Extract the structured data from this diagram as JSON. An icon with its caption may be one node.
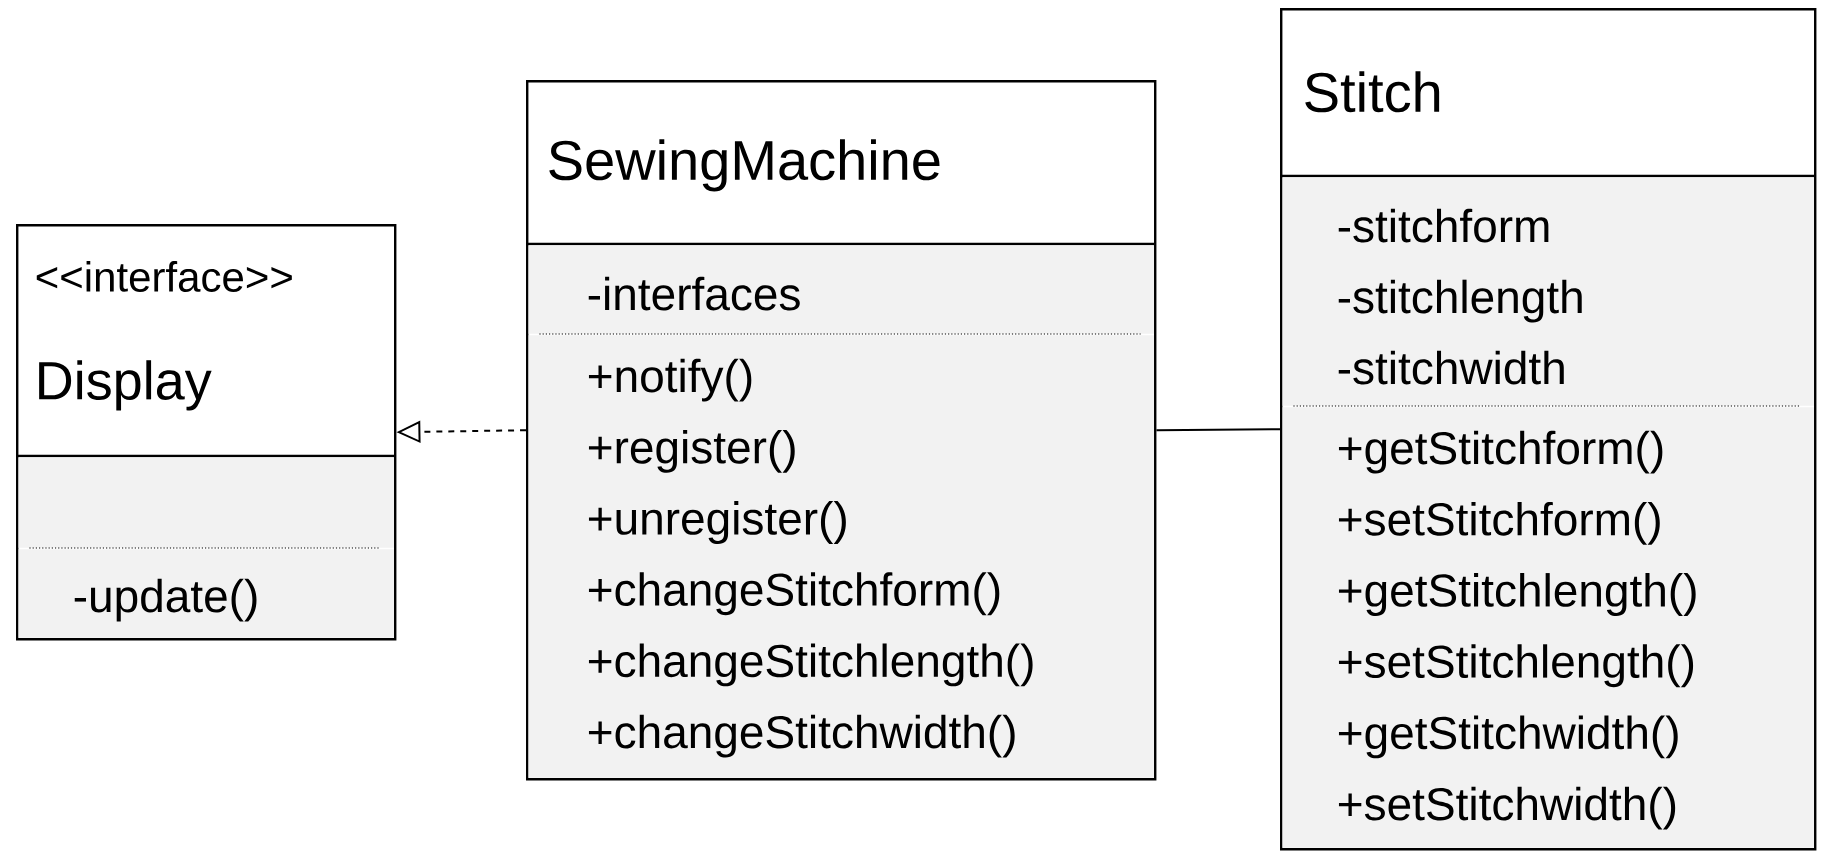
{
  "diagram": {
    "nodes": [
      {
        "text": [
          "<<interface>>",
          "Display"
        ]
      },
      {
        "text": [],
        "shape": "box",
        "in": 0
      },
      {
        "text": [
          "-update()"
        ],
        "in": 0
      },
      {
        "text": [
          "SewingMachine"
        ]
      },
      {
        "text": [
          "-interfaces"
        ],
        "in": 3
      },
      {
        "text": [
          "+notify()",
          "+register()",
          "+unregister()",
          "+changeStitchform()",
          "+changeStitchlength()",
          "+changeStitchwidth()"
        ],
        "in": 3
      },
      {
        "text": [
          "Stitch"
        ]
      },
      {
        "text": [
          "-stitchform",
          "-stitchlength",
          "-stitchwidth"
        ],
        "in": 6
      },
      {
        "text": [
          "+getStitchform()",
          "+setStitchform()",
          "+getStitchlength()",
          "+setStitchlength()",
          "+getStitchwidth()",
          "+setStitchwidth()"
        ],
        "in": 6
      }
    ],
    "edges": [
      {
        "from": 3,
        "to": 0,
        "arrow": "to",
        "style": "dashed"
      },
      {
        "from": 3,
        "to": 6,
        "arrow": "none"
      }
    ]
  }
}
